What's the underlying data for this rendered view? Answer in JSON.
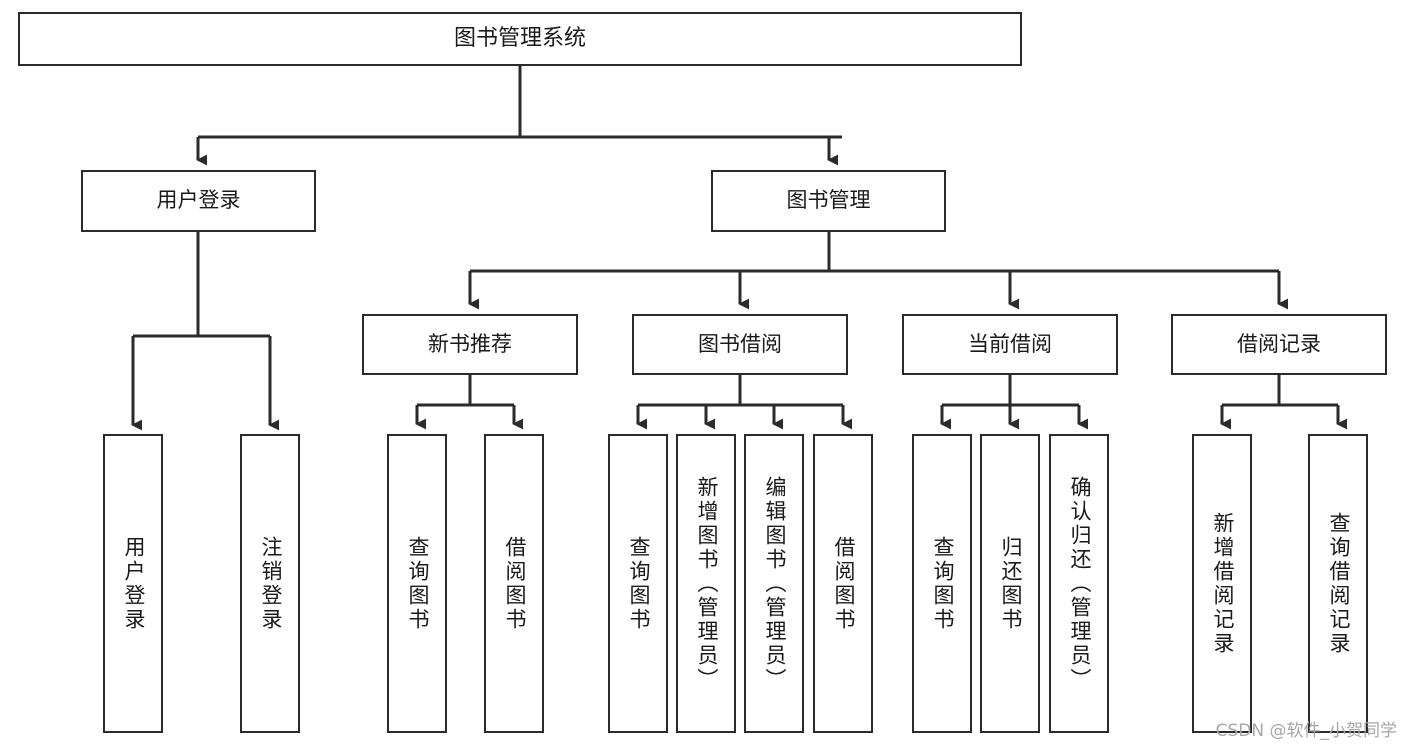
{
  "diagram": {
    "title": "图书管理系统",
    "type": "tree",
    "watermark": "CSDN @软件_小贺同学",
    "colors": {
      "box_border": "#2b2b2b",
      "box_fill": "#ffffff",
      "connector": "#2b2b2b",
      "text": "#1a1a1a",
      "watermark": "#a7a7a7"
    },
    "root": {
      "label": "图书管理系统"
    },
    "level1": [
      {
        "label": "用户登录"
      },
      {
        "label": "图书管理"
      }
    ],
    "level2": [
      {
        "label": "新书推荐"
      },
      {
        "label": "图书借阅"
      },
      {
        "label": "当前借阅"
      },
      {
        "label": "借阅记录"
      }
    ],
    "leaves": {
      "user_login": [
        {
          "label": "用户登录"
        },
        {
          "label": "注销登录"
        }
      ],
      "new_book_recommend": [
        {
          "label": "查询图书"
        },
        {
          "label": "借阅图书"
        }
      ],
      "book_borrow": [
        {
          "label": "查询图书"
        },
        {
          "label": "新增图书（管理员）"
        },
        {
          "label": "编辑图书（管理员）"
        },
        {
          "label": "借阅图书"
        }
      ],
      "current_borrow": [
        {
          "label": "查询图书"
        },
        {
          "label": "归还图书"
        },
        {
          "label": "确认归还（管理员）"
        }
      ],
      "borrow_record": [
        {
          "label": "新增借阅记录"
        },
        {
          "label": "查询借阅记录"
        }
      ]
    }
  }
}
